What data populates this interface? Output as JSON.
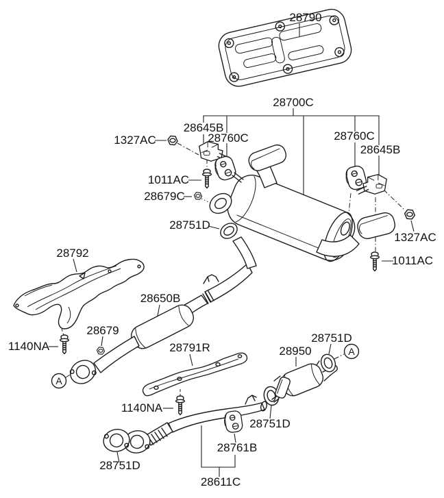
{
  "figure": {
    "type": "exploded-parts-diagram",
    "subject": "Exhaust / muffler system parts diagram",
    "background_color": "#ffffff",
    "line_color": "#1c1c1c",
    "text_color": "#111111",
    "labels": [
      {
        "id": "heat-protector-plate",
        "text": "28790"
      },
      {
        "id": "muffler-assembly",
        "text": "28700C"
      },
      {
        "id": "support-bracket-left",
        "text": "28645B"
      },
      {
        "id": "hanger-rubber-left",
        "text": "28760C"
      },
      {
        "id": "nut-left",
        "text": "1327AC"
      },
      {
        "id": "bolt-left",
        "text": "1011AC"
      },
      {
        "id": "nut-inlet",
        "text": "28679C"
      },
      {
        "id": "gasket-muffler-inlet",
        "text": "28751D"
      },
      {
        "id": "hanger-rubber-right",
        "text": "28760C"
      },
      {
        "id": "support-bracket-right",
        "text": "28645B"
      },
      {
        "id": "nut-right",
        "text": "1327AC"
      },
      {
        "id": "bolt-right",
        "text": "1011AC"
      },
      {
        "id": "heat-shield",
        "text": "28792"
      },
      {
        "id": "center-exhaust-pipe",
        "text": "28650B"
      },
      {
        "id": "nut-center-pipe",
        "text": "28679"
      },
      {
        "id": "bolt-heat-shield",
        "text": "1140NA"
      },
      {
        "id": "heat-shield-bracket",
        "text": "28791R"
      },
      {
        "id": "catalytic-converter",
        "text": "28950"
      },
      {
        "id": "gasket-cat-rear",
        "text": "28751D"
      },
      {
        "id": "hanger-rubber-front-pipe",
        "text": "28761B"
      },
      {
        "id": "bolt-bracket",
        "text": "1140NA"
      },
      {
        "id": "gasket-cat-front",
        "text": "28751D"
      },
      {
        "id": "gasket-front-pipe",
        "text": "28751D"
      },
      {
        "id": "front-exhaust-pipe",
        "text": "28611C"
      }
    ],
    "callouts": {
      "a_left": "A",
      "a_right": "A"
    }
  }
}
